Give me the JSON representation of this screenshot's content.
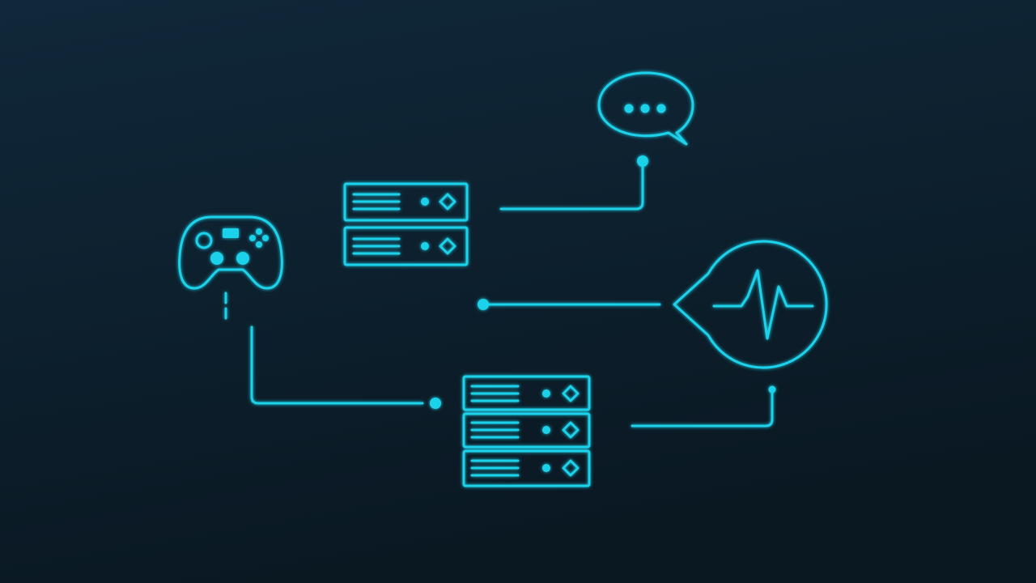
{
  "theme": {
    "background_top": "#10283a",
    "background_bottom": "#0a1822",
    "accent": "#1fd2ea"
  },
  "diagram": {
    "icons": [
      "gamepad-icon",
      "server-stack-icon",
      "chat-bubble-icon",
      "heartbeat-monitor-icon"
    ],
    "server_stacks": [
      {
        "name": "upper-server-stack",
        "units": 2
      },
      {
        "name": "lower-server-stack",
        "units": 3
      }
    ],
    "connections": [
      {
        "from": "upper-server-stack",
        "to": "chat-bubble-icon"
      },
      {
        "from": "gamepad-icon",
        "to": "lower-server-stack"
      },
      {
        "from": "heartbeat-monitor-icon",
        "to": "middle-node"
      },
      {
        "from": "lower-server-stack",
        "to": "heartbeat-monitor-icon"
      }
    ]
  }
}
